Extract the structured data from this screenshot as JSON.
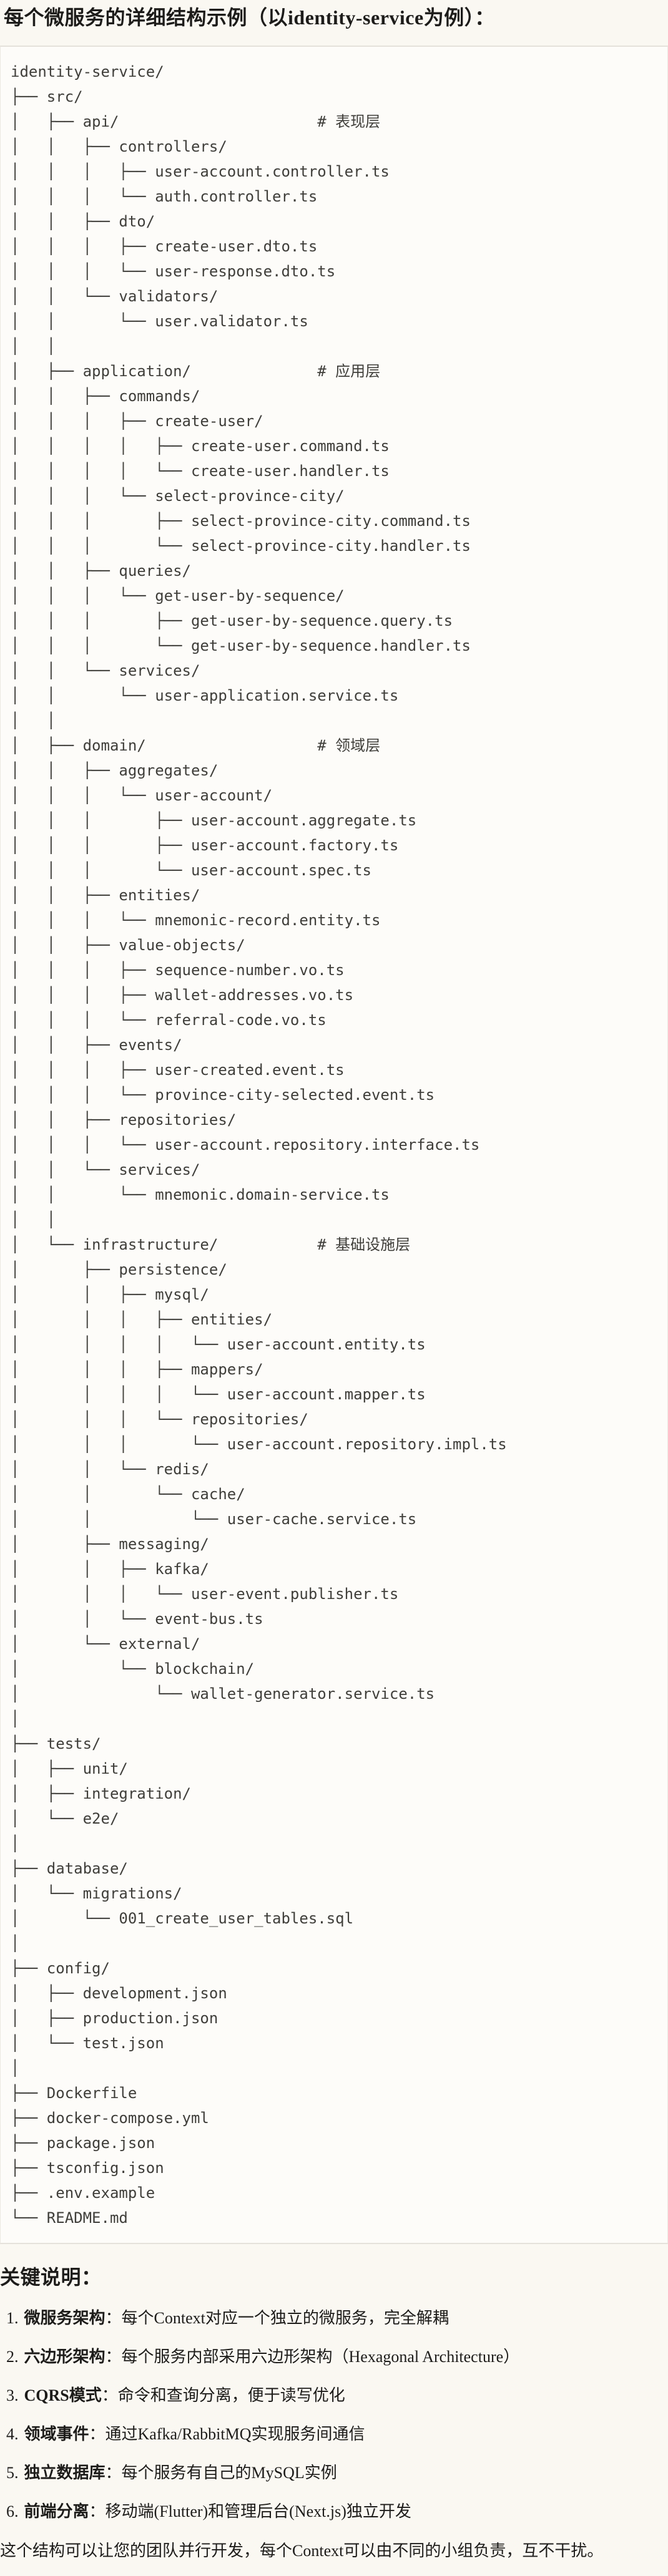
{
  "title": "每个微服务的详细结构示例（以identity-service为例）：",
  "code_block": {
    "lines": [
      "identity-service/",
      "├── src/",
      "│   ├── api/                      # 表现层",
      "│   │   ├── controllers/",
      "│   │   │   ├── user-account.controller.ts",
      "│   │   │   └── auth.controller.ts",
      "│   │   ├── dto/",
      "│   │   │   ├── create-user.dto.ts",
      "│   │   │   └── user-response.dto.ts",
      "│   │   └── validators/",
      "│   │       └── user.validator.ts",
      "│   │",
      "│   ├── application/              # 应用层",
      "│   │   ├── commands/",
      "│   │   │   ├── create-user/",
      "│   │   │   │   ├── create-user.command.ts",
      "│   │   │   │   └── create-user.handler.ts",
      "│   │   │   └── select-province-city/",
      "│   │   │       ├── select-province-city.command.ts",
      "│   │   │       └── select-province-city.handler.ts",
      "│   │   ├── queries/",
      "│   │   │   └── get-user-by-sequence/",
      "│   │   │       ├── get-user-by-sequence.query.ts",
      "│   │   │       └── get-user-by-sequence.handler.ts",
      "│   │   └── services/",
      "│   │       └── user-application.service.ts",
      "│   │",
      "│   ├── domain/                   # 领域层",
      "│   │   ├── aggregates/",
      "│   │   │   └── user-account/",
      "│   │   │       ├── user-account.aggregate.ts",
      "│   │   │       ├── user-account.factory.ts",
      "│   │   │       └── user-account.spec.ts",
      "│   │   ├── entities/",
      "│   │   │   └── mnemonic-record.entity.ts",
      "│   │   ├── value-objects/",
      "│   │   │   ├── sequence-number.vo.ts",
      "│   │   │   ├── wallet-addresses.vo.ts",
      "│   │   │   └── referral-code.vo.ts",
      "│   │   ├── events/",
      "│   │   │   ├── user-created.event.ts",
      "│   │   │   └── province-city-selected.event.ts",
      "│   │   ├── repositories/",
      "│   │   │   └── user-account.repository.interface.ts",
      "│   │   └── services/",
      "│   │       └── mnemonic.domain-service.ts",
      "│   │",
      "│   └── infrastructure/           # 基础设施层",
      "│       ├── persistence/",
      "│       │   ├── mysql/",
      "│       │   │   ├── entities/",
      "│       │   │   │   └── user-account.entity.ts",
      "│       │   │   ├── mappers/",
      "│       │   │   │   └── user-account.mapper.ts",
      "│       │   │   └── repositories/",
      "│       │   │       └── user-account.repository.impl.ts",
      "│       │   └── redis/",
      "│       │       └── cache/",
      "│       │           └── user-cache.service.ts",
      "│       ├── messaging/",
      "│       │   ├── kafka/",
      "│       │   │   └── user-event.publisher.ts",
      "│       │   └── event-bus.ts",
      "│       └── external/",
      "│           └── blockchain/",
      "│               └── wallet-generator.service.ts",
      "│",
      "├── tests/",
      "│   ├── unit/",
      "│   ├── integration/",
      "│   └── e2e/",
      "│",
      "├── database/",
      "│   └── migrations/",
      "│       └── 001_create_user_tables.sql",
      "│",
      "├── config/",
      "│   ├── development.json",
      "│   ├── production.json",
      "│   └── test.json",
      "│",
      "├── Dockerfile",
      "├── docker-compose.yml",
      "├── package.json",
      "├── tsconfig.json",
      "├── .env.example",
      "└── README.md"
    ]
  },
  "notes": {
    "heading": "关键说明：",
    "items": [
      {
        "num": "1.",
        "label": "微服务架构",
        "colon": "：",
        "text": "每个Context对应一个独立的微服务，完全解耦"
      },
      {
        "num": "2.",
        "label": "六边形架构",
        "colon": "：",
        "text": "每个服务内部采用六边形架构（Hexagonal Architecture）"
      },
      {
        "num": "3.",
        "label": "CQRS模式",
        "colon": "：",
        "text": "命令和查询分离，便于读写优化"
      },
      {
        "num": "4.",
        "label": "领域事件",
        "colon": "：",
        "text": "通过Kafka/RabbitMQ实现服务间通信"
      },
      {
        "num": "5.",
        "label": "独立数据库",
        "colon": "：",
        "text": "每个服务有自己的MySQL实例"
      },
      {
        "num": "6.",
        "label": "前端分离",
        "colon": "：",
        "text": "移动端(Flutter)和管理后台(Next.js)独立开发"
      }
    ],
    "footer": "这个结构可以让您的团队并行开发，每个Context可以由不同的小组负责，互不干扰。"
  },
  "colors": {
    "page_bg": "#FAF8F2",
    "code_bg": "#FDFCF9",
    "code_border": "#E5E2DB",
    "code_text": "#3F3E3A",
    "body_text": "#1D1C1A"
  }
}
